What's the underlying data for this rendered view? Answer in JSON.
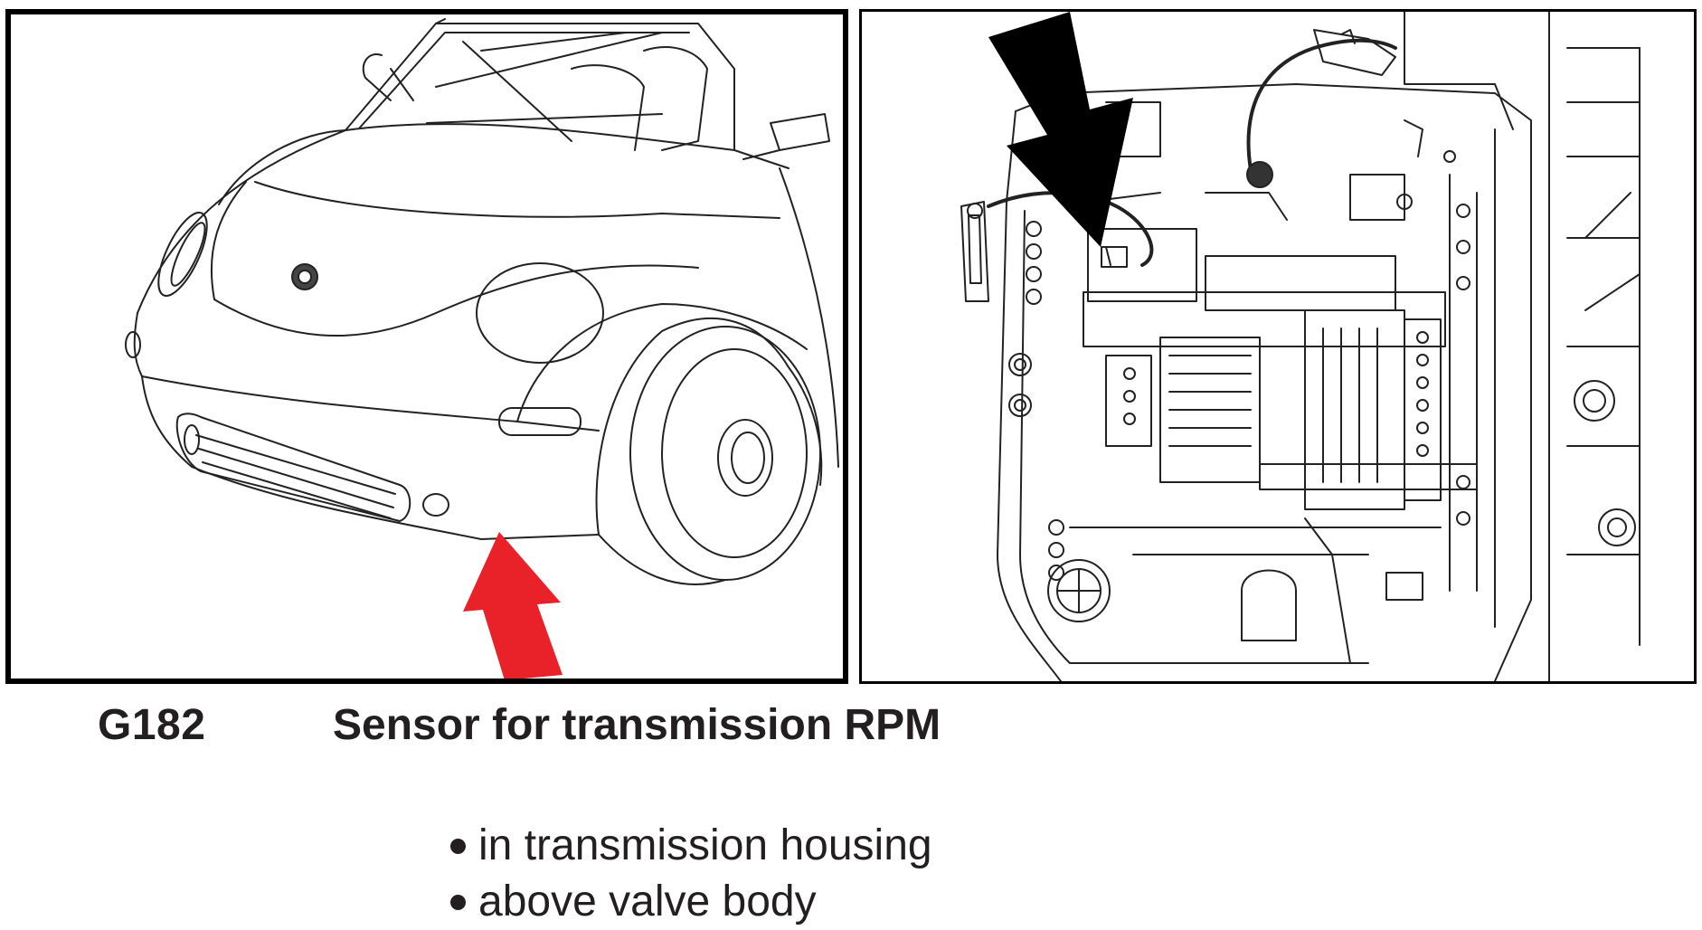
{
  "figure": {
    "left_panel": {
      "illustration": "car-front-line-drawing",
      "arrow_color": "#e9222a"
    },
    "right_panel": {
      "illustration": "transmission-valve-body-line-drawing",
      "arrow_color": "#000000"
    }
  },
  "caption": {
    "code": "G182",
    "title": "Sensor for transmission RPM"
  },
  "bullets": [
    "in transmission housing",
    "above valve body"
  ]
}
